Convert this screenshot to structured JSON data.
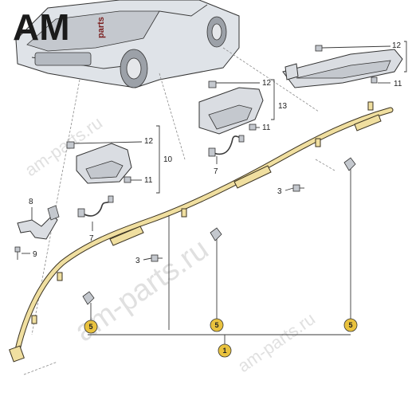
{
  "logo": {
    "text": "AM",
    "suffix": "parts",
    "color_dark": "#1b1b1b",
    "color_accent": "#7a1f1f"
  },
  "watermarks": [
    "am-parts.ru",
    "am-parts.ru",
    "am-parts.ru"
  ],
  "colors": {
    "airbag": "#f0dfa0",
    "airbag_stroke": "#3a3220",
    "callout_fill": "#e9c23e"
  },
  "labels": {
    "l12a": "12",
    "l11a": "11",
    "l12b": "12",
    "l13": "13",
    "l11b": "11",
    "l7a": "7",
    "l12c": "12",
    "l10": "10",
    "l11c": "11",
    "l8": "8",
    "l9": "9",
    "l7b": "7",
    "l3a": "3",
    "l3b": "3"
  },
  "callouts": {
    "c5a": "5",
    "c5b": "5",
    "c5c": "5",
    "c1": "1"
  }
}
